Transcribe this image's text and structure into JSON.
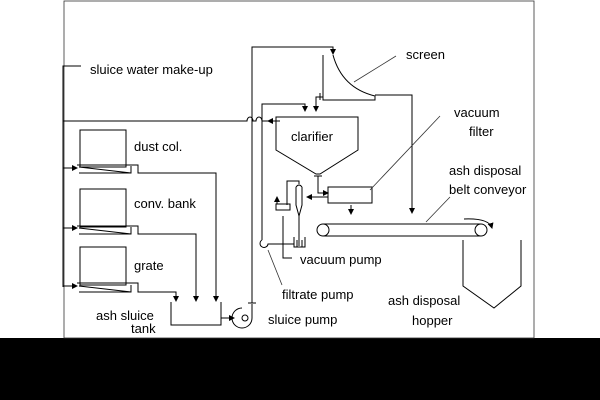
{
  "diagram": {
    "labels": {
      "sluice_water": "sluice water make-up",
      "dust_col": "dust col.",
      "conv_bank": "conv. bank",
      "grate": "grate",
      "ash_sluice": "ash sluice",
      "tank": "tank",
      "sluice_pump": "sluice pump",
      "filtrate_pump": "filtrate pump",
      "vacuum_pump": "vacuum pump",
      "clarifier": "clarifier",
      "screen": "screen",
      "vacuum": "vacuum",
      "filter": "filter",
      "belt1": "ash disposal",
      "belt2": "belt conveyor",
      "hopper1": "ash disposal",
      "hopper2": "hopper"
    },
    "colors": {
      "line": "#000000",
      "background": "#ffffff",
      "band": "#000000"
    }
  }
}
